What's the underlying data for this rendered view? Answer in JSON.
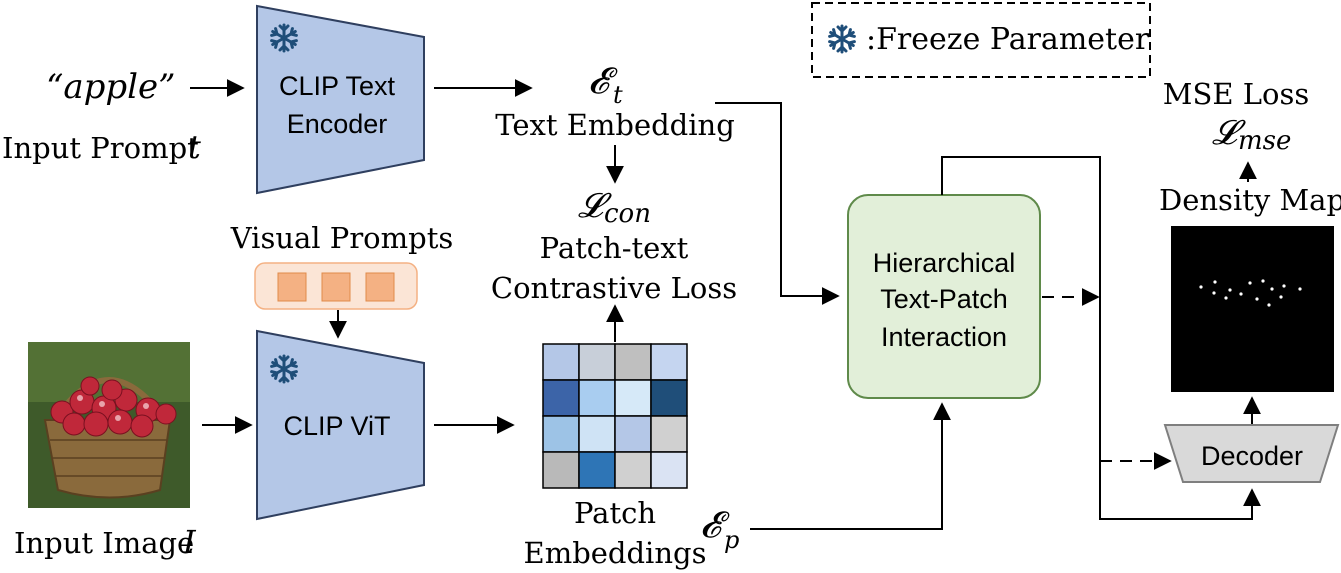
{
  "legend": {
    "label": ":Freeze Parameter",
    "icon": "snowflake-icon"
  },
  "prompt": {
    "word": "“apple”",
    "label": "Input Prompt",
    "symbol": "t"
  },
  "text_encoder": {
    "line1": "CLIP Text",
    "line2": "Encoder"
  },
  "text_embedding": {
    "symbol": "𝓔",
    "sub": "t",
    "label": "Text Embedding"
  },
  "con_loss": {
    "symbol": "𝓛",
    "sub": "con",
    "line1": "Patch-text",
    "line2": "Contrastive Loss"
  },
  "visual_prompts": {
    "label": "Visual Prompts"
  },
  "vit": {
    "label": "CLIP ViT"
  },
  "input_image": {
    "label": "Input Image",
    "symbol": "I"
  },
  "patch_embeddings": {
    "line1": "Patch",
    "line2": "Embeddings",
    "symbol": "𝓔",
    "sub": "p"
  },
  "interaction": {
    "line1": "Hierarchical",
    "line2": "Text-Patch",
    "line3": "Interaction"
  },
  "decoder": {
    "label": "Decoder"
  },
  "density": {
    "label": "Density Map"
  },
  "mse": {
    "label": "MSE Loss",
    "symbol": "𝓛",
    "sub": "mse"
  },
  "colors": {
    "encoder_fill": "#b4c7e7",
    "encoder_stroke": "#2f3f5f",
    "interaction_fill": "#e2efd9",
    "interaction_stroke": "#5f8a4a",
    "vp_fill": "#fbe5d6",
    "vp_square": "#f4b183",
    "decoder_fill": "#d9d9d9",
    "snowflake": "#1f4e79"
  },
  "patch_grid_colors": [
    [
      "#b4c7e7",
      "#c8cfd9",
      "#bfbfbf",
      "#c5d5f0"
    ],
    [
      "#3c64a8",
      "#a9cdf0",
      "#d6e9f8",
      "#1f4e79"
    ],
    [
      "#9dc3e6",
      "#cfe3f5",
      "#b4c7e7",
      "#d0d0d0"
    ],
    [
      "#b9b9b9",
      "#2e75b6",
      "#d0d0d0",
      "#dae3f3"
    ]
  ]
}
